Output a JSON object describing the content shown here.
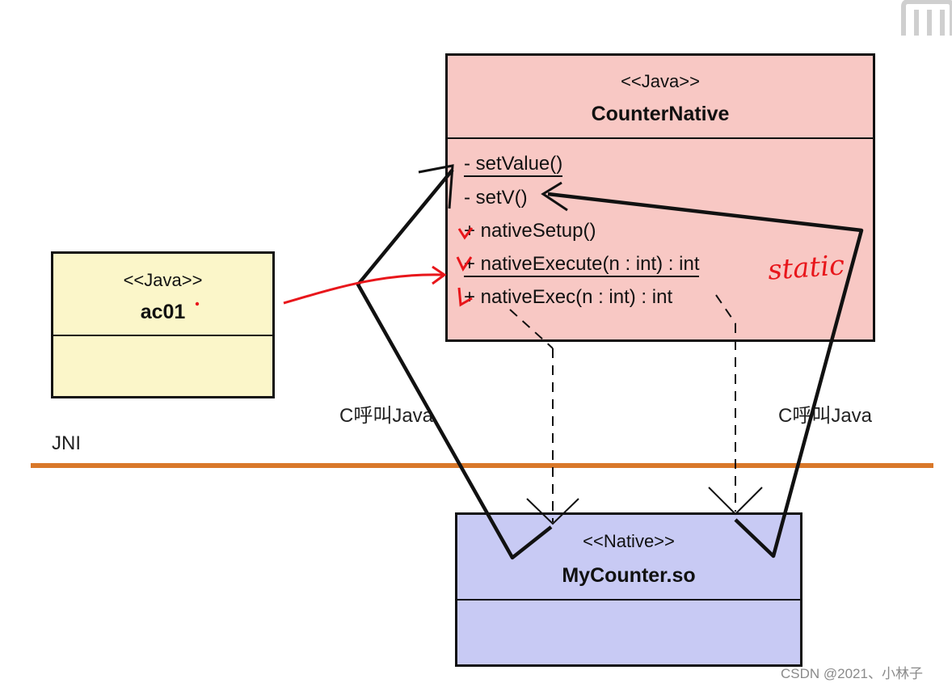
{
  "colors": {
    "java_class_fill": "#f8c8c4",
    "app_class_fill": "#fbf6c9",
    "native_fill": "#c8caf4",
    "jni_line": "#d9782a",
    "annotation_red": "#e8161b"
  },
  "counter_native": {
    "stereotype": "<<Java>>",
    "name": "CounterNative",
    "methods": [
      "- setValue()",
      "- setV()",
      "+ nativeSetup()",
      "+ nativeExecute(n : int) : int",
      "+ nativeExec(n : int) : int"
    ]
  },
  "ac01": {
    "stereotype": "<<Java>>",
    "name": "ac01"
  },
  "mycounter": {
    "stereotype": "<<Native>>",
    "name": "MyCounter.so"
  },
  "labels": {
    "c_call_java_left": "C呼叫Java",
    "c_call_java_right": "C呼叫Java",
    "jni": "JNI",
    "static_note": "static",
    "watermark": "CSDN @2021、小林子"
  },
  "icons": {
    "corner_logo": "logo-fragment-icon"
  }
}
